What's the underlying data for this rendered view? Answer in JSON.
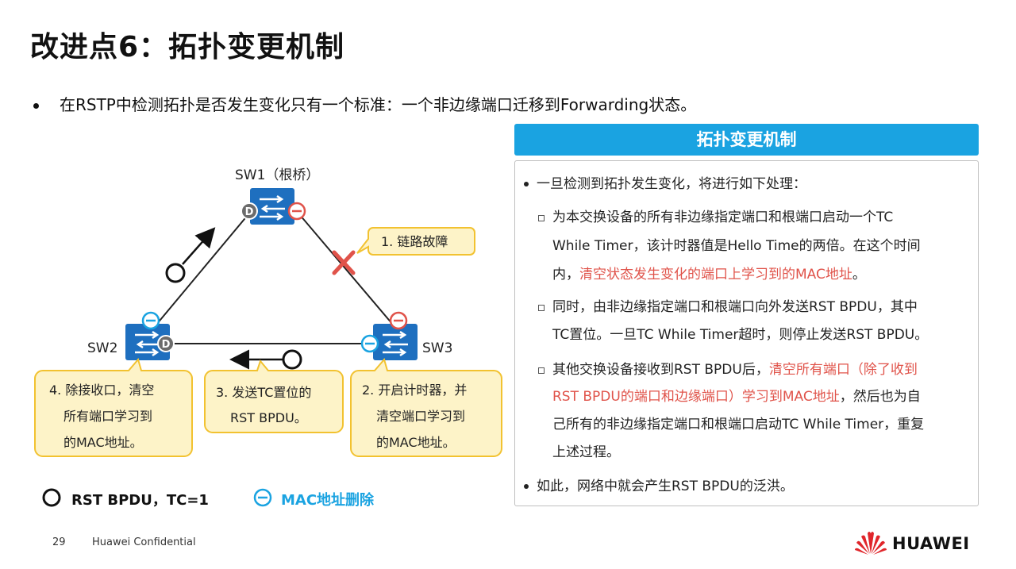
{
  "title": "改进点6：拓扑变更机制",
  "top_bullet": "在RSTP中检测拓扑是否发生变化只有一个标准：一个非边缘端口迁移到Forwarding状态。",
  "panel": {
    "header": "拓扑变更机制",
    "b1": "一旦检测到拓扑发生变化，将进行如下处理：",
    "s1_l1": "为本交换设备的所有非边缘指定端口和根端口启动一个TC",
    "s1_l2": "While Timer，该计时器值是Hello Time的两倍。在这个时间",
    "s1_l3a": "内，",
    "s1_l3b": "清空状态发生变化的端口上学习到的MAC地址",
    "s1_l3c": "。",
    "s2_l1": "同时，由非边缘指定端口和根端口向外发送RST BPDU，其中",
    "s2_l2": "TC置位。一旦TC While Timer超时，则停止发送RST BPDU。",
    "s3_l1a": "其他交换设备接收到RST BPDU后，",
    "s3_l1b": "清空所有端口（除了收到",
    "s3_l2a": "RST BPDU的端口和边缘端口）学习到MAC地址",
    "s3_l2b": "，然后也为自",
    "s3_l3": "己所有的非边缘指定端口和根端口启动TC While Timer，重复",
    "s3_l4": "上述过程。",
    "b2": "如此，网络中就会产生RST BPDU的泛洪。"
  },
  "diagram": {
    "sw1": "SW1（根桥）",
    "sw2": "SW2",
    "sw3": "SW3",
    "port_d": "D",
    "c1": "1. 链路故障",
    "c2_l1": "2. 开启计时器，并",
    "c2_l2": "清空端口学习到",
    "c2_l3": "的MAC地址。",
    "c3_l1": "3. 发送TC置位的",
    "c3_l2": "RST BPDU。",
    "c4_l1": "4. 除接收口，清空",
    "c4_l2": "所有端口学习到",
    "c4_l3": "的MAC地址。"
  },
  "legend": {
    "bpdu": "RST BPDU，TC=1",
    "mac": "MAC地址删除"
  },
  "footer": {
    "page": "29",
    "confidential": "Huawei Confidential",
    "brand": "HUAWEI"
  },
  "colors": {
    "accent_blue": "#1aa3e1",
    "switch_blue": "#1e6fbf",
    "callout_fill": "#fdf3c8",
    "callout_border": "#f2c230",
    "red": "#e0534a"
  }
}
